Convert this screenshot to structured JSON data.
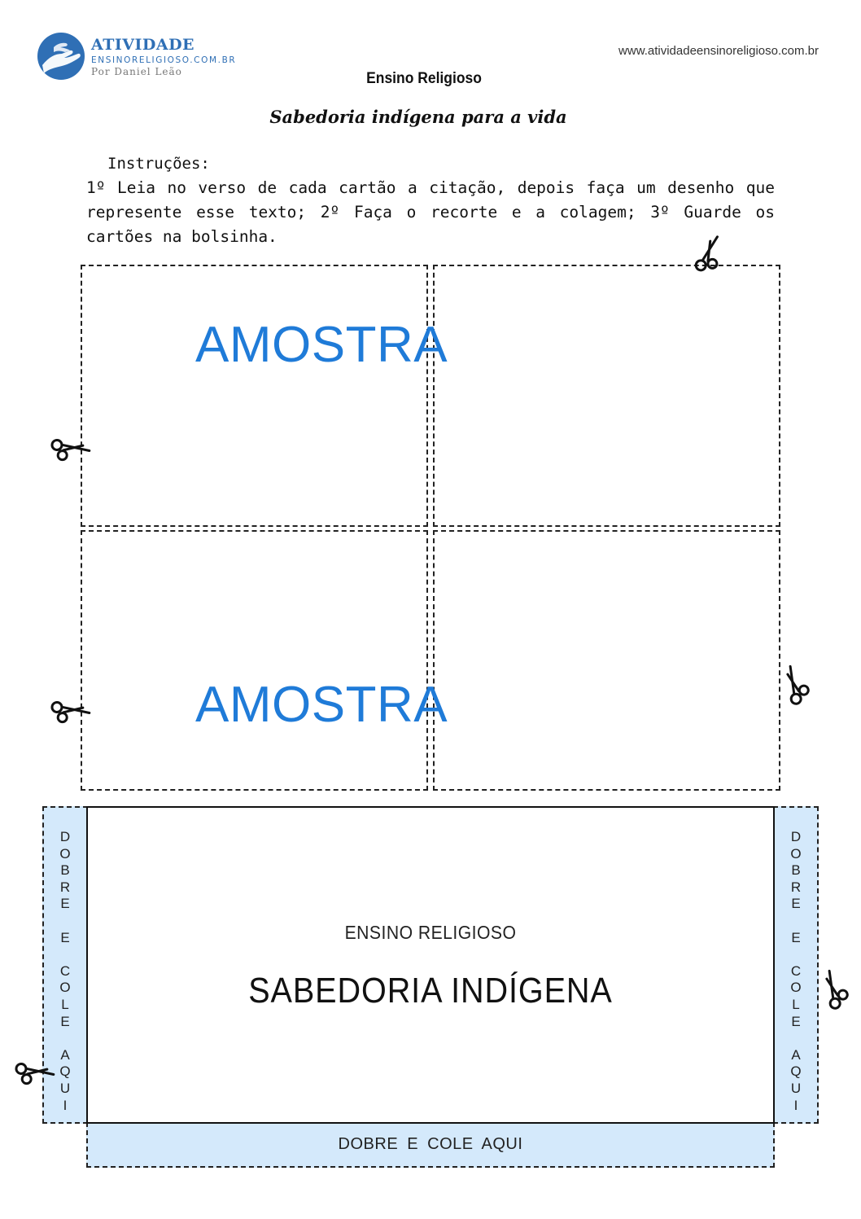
{
  "header": {
    "logo": {
      "name": "ATIVIDADE",
      "site": "ENSINORELIGIOSO.COM.BR",
      "author": "Por Daniel Leão",
      "brand_color": "#2f6fb5"
    },
    "site_url": "www.atividadeensinoreligioso.com.br",
    "subject": "Ensino Religioso",
    "title": "Sabedoria indígena para a vida"
  },
  "instructions": {
    "heading": "Instruções:",
    "body": "1º Leia no verso de cada cartão a citação, depois faça um desenho que represente esse texto; 2º Faça o recorte e a colagem; 3º Guarde os cartões na bolsinha."
  },
  "cards": {
    "sample_top": "AMOSTRA",
    "sample_bottom": "AMOSTRA",
    "sample_color": "#1f7bd8"
  },
  "pocket": {
    "subject": "ENSINO RELIGIOSO",
    "title": "SABEDORIA INDÍGENA",
    "flap_left_letters": [
      "D",
      "O",
      "B",
      "R",
      "E",
      "",
      "E",
      "",
      "C",
      "O",
      "L",
      "E",
      "",
      "A",
      "Q",
      "U",
      "I"
    ],
    "flap_right_letters": [
      "D",
      "O",
      "B",
      "R",
      "E",
      "",
      "E",
      "",
      "C",
      "O",
      "L",
      "E",
      "",
      "A",
      "Q",
      "U",
      "I"
    ],
    "flap_bottom": "DOBRE E COLE AQUI",
    "flap_color": "#d4e9fb"
  },
  "icons": {
    "logo": "hands-logo-icon",
    "cut": "scissors-icon"
  }
}
